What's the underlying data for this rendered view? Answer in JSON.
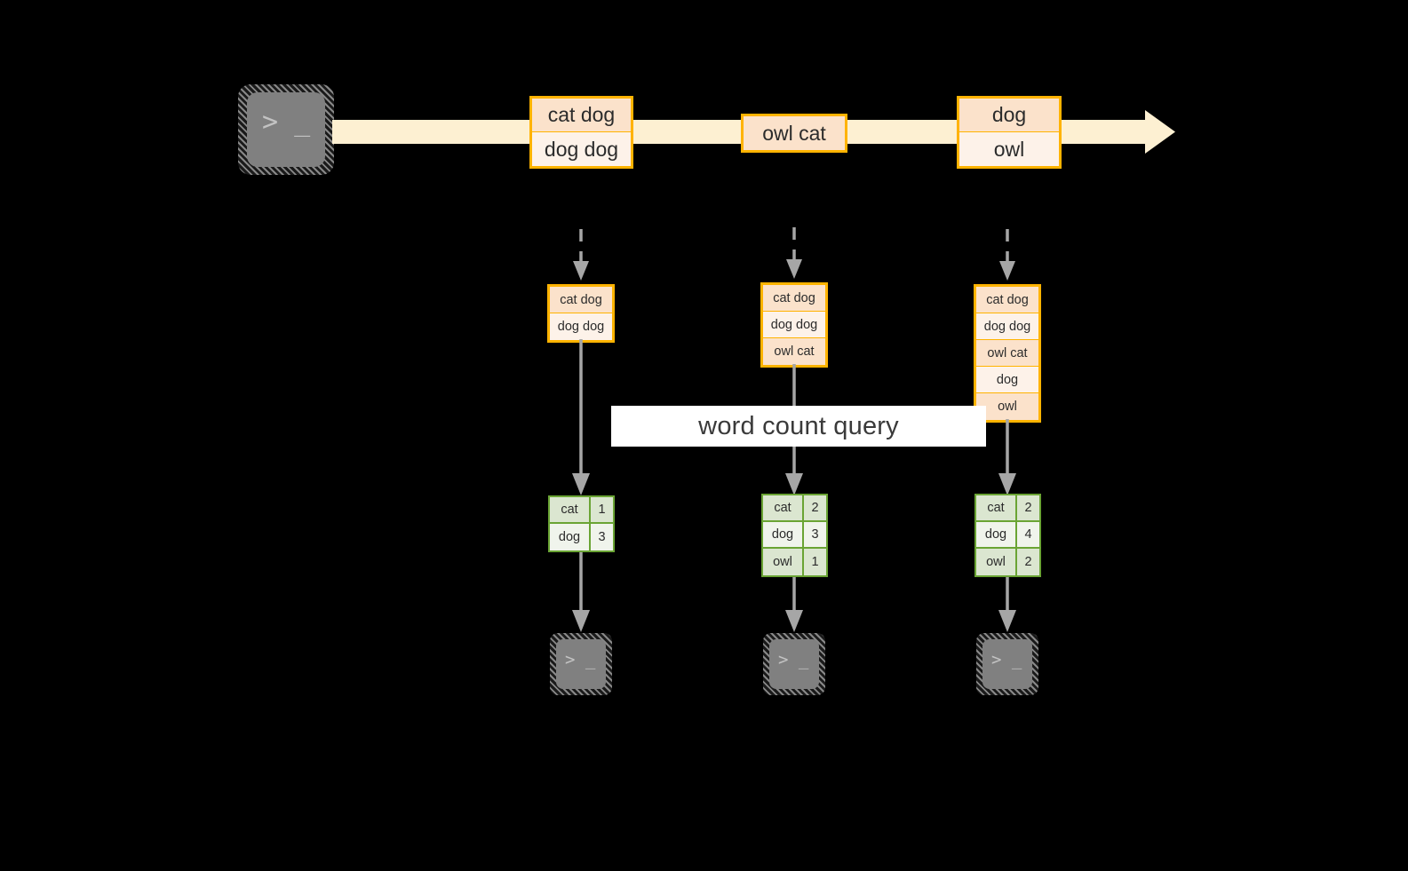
{
  "diagram": {
    "title_label": "word count query",
    "colors": {
      "background": "#000000",
      "stream_fill": "#FDF0D2",
      "box_border": "#FFB300",
      "box_fill_dark": "#FBE2CB",
      "box_fill_light": "#FDF2E9",
      "table_border": "#6AA434",
      "table_fill_dark": "#DBE6D0",
      "table_fill_light": "#F0F4EC",
      "arrow_gray": "#A6A6A6",
      "terminal_gray": "#808080",
      "band_white": "#FFFFFF"
    }
  },
  "producer": {
    "icon": "terminal-icon",
    "glyph": "> _"
  },
  "stream": {
    "name": "event-stream-arrow",
    "messages": [
      {
        "id": "stream-message-1",
        "lines": [
          {
            "text": "cat dog",
            "shade": "dark"
          },
          {
            "text": "dog dog",
            "shade": "light"
          }
        ]
      },
      {
        "id": "stream-message-2",
        "lines": [
          {
            "text": "owl cat",
            "shade": "dark"
          }
        ]
      },
      {
        "id": "stream-message-3",
        "lines": [
          {
            "text": "dog",
            "shade": "dark"
          },
          {
            "text": "owl",
            "shade": "light"
          }
        ]
      }
    ]
  },
  "snapshots": [
    {
      "id": "snapshot-1",
      "log": [
        {
          "text": "cat dog",
          "shade": "dark"
        },
        {
          "text": "dog dog",
          "shade": "light"
        }
      ],
      "result": {
        "rows": [
          {
            "key": "cat",
            "value": "1",
            "shade": "dark"
          },
          {
            "key": "dog",
            "value": "3",
            "shade": "light"
          }
        ]
      },
      "consumer": {
        "icon": "terminal-icon",
        "glyph": "> _"
      }
    },
    {
      "id": "snapshot-2",
      "log": [
        {
          "text": "cat dog",
          "shade": "dark"
        },
        {
          "text": "dog dog",
          "shade": "light"
        },
        {
          "text": "owl cat",
          "shade": "dark"
        }
      ],
      "result": {
        "rows": [
          {
            "key": "cat",
            "value": "2",
            "shade": "dark"
          },
          {
            "key": "dog",
            "value": "3",
            "shade": "light"
          },
          {
            "key": "owl",
            "value": "1",
            "shade": "dark"
          }
        ]
      },
      "consumer": {
        "icon": "terminal-icon",
        "glyph": "> _"
      }
    },
    {
      "id": "snapshot-3",
      "log": [
        {
          "text": "cat dog",
          "shade": "dark"
        },
        {
          "text": "dog dog",
          "shade": "light"
        },
        {
          "text": "owl cat",
          "shade": "dark"
        },
        {
          "text": "dog",
          "shade": "light"
        },
        {
          "text": "owl",
          "shade": "dark"
        }
      ],
      "result": {
        "rows": [
          {
            "key": "cat",
            "value": "2",
            "shade": "dark"
          },
          {
            "key": "dog",
            "value": "4",
            "shade": "light"
          },
          {
            "key": "owl",
            "value": "2",
            "shade": "dark"
          }
        ]
      },
      "consumer": {
        "icon": "terminal-icon",
        "glyph": "> _"
      }
    }
  ]
}
